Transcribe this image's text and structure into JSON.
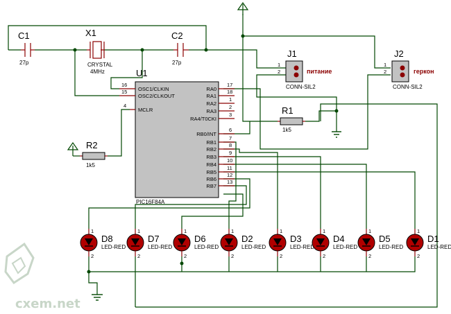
{
  "components": {
    "c1": {
      "ref": "C1",
      "value": "27p"
    },
    "c2": {
      "ref": "C2",
      "value": "27p"
    },
    "x1": {
      "ref": "X1",
      "type": "CRYSTAL",
      "value": "4MHz"
    },
    "u1": {
      "ref": "U1",
      "part": "PIC16F84A",
      "pins_left": [
        {
          "num": "16",
          "name": "OSC1/CLKIN"
        },
        {
          "num": "15",
          "name": "OSC2/CLKOUT"
        },
        {
          "num": "4",
          "name": "MCLR"
        }
      ],
      "pins_right": [
        {
          "num": "17",
          "name": "RA0"
        },
        {
          "num": "18",
          "name": "RA1"
        },
        {
          "num": "1",
          "name": "RA2"
        },
        {
          "num": "2",
          "name": "RA3"
        },
        {
          "num": "3",
          "name": "RA4/T0CKI"
        },
        {
          "num": "6",
          "name": "RB0/INT"
        },
        {
          "num": "7",
          "name": "RB1"
        },
        {
          "num": "8",
          "name": "RB2"
        },
        {
          "num": "9",
          "name": "RB3"
        },
        {
          "num": "10",
          "name": "RB4"
        },
        {
          "num": "11",
          "name": "RB5"
        },
        {
          "num": "12",
          "name": "RB6"
        },
        {
          "num": "13",
          "name": "RB7"
        }
      ]
    },
    "j1": {
      "ref": "J1",
      "part": "CONN-SIL2",
      "label": "питание",
      "pins": [
        "1",
        "2"
      ]
    },
    "j2": {
      "ref": "J2",
      "part": "CONN-SIL2",
      "label": "геркон",
      "pins": [
        "1",
        "2"
      ]
    },
    "r1": {
      "ref": "R1",
      "value": "1k5"
    },
    "r2": {
      "ref": "R2",
      "value": "1k5"
    },
    "leds": [
      {
        "ref": "D8",
        "type": "LED-RED"
      },
      {
        "ref": "D7",
        "type": "LED-RED"
      },
      {
        "ref": "D6",
        "type": "LED-RED"
      },
      {
        "ref": "D2",
        "type": "LED-RED"
      },
      {
        "ref": "D3",
        "type": "LED-RED"
      },
      {
        "ref": "D4",
        "type": "LED-RED"
      },
      {
        "ref": "D5",
        "type": "LED-RED"
      },
      {
        "ref": "D1",
        "type": "LED-RED"
      }
    ],
    "led_pin_anode": "1",
    "led_pin_cathode": "2"
  },
  "watermark": "cxem.net",
  "colors": {
    "wire": "#004700",
    "component": "#8b0000",
    "label": "#8b0000",
    "led_fill": "#b00000"
  },
  "icons": [
    "power-arrow-icon",
    "ground-icon",
    "site-logo-icon"
  ]
}
